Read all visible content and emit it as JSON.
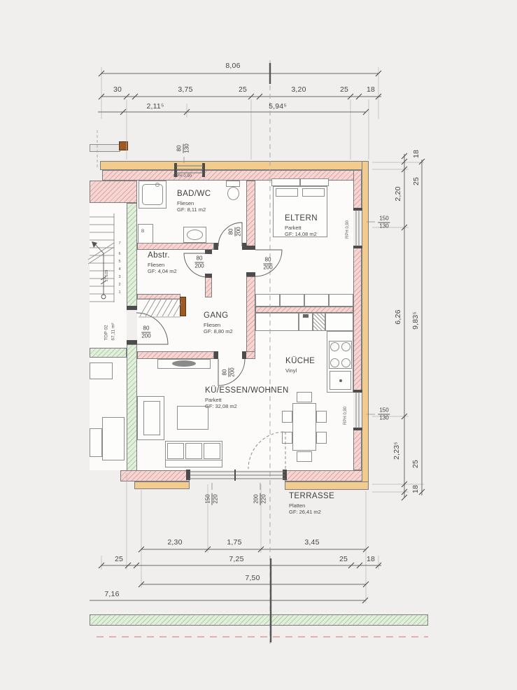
{
  "colors": {
    "wall_fill": "#f6d6d3",
    "insulation_fill": "#f2cb8e",
    "party_wall_fill": "#e1efdb",
    "line": "#6a6a6a",
    "axis_dashed_pink": "#dd9c9c",
    "background": "#f0efed"
  },
  "unit": {
    "id": "TOP 02",
    "area": "67,11 m²"
  },
  "rooms": {
    "badwc": {
      "name": "BAD/WC",
      "floor": "Fliesen",
      "area": "GF: 8,11 m2"
    },
    "eltern": {
      "name": "ELTERN",
      "floor": "Parkett",
      "area": "GF: 14,08 m2"
    },
    "abstellraum": {
      "name": "Abstr.",
      "floor": "Fliesen",
      "area": "GF: 4,04 m2"
    },
    "gang": {
      "name": "GANG",
      "floor": "Fliesen",
      "area": "GF: 8,80 m2"
    },
    "kueche": {
      "name": "KÜCHE",
      "floor": "Vinyl"
    },
    "wohnen": {
      "name": "KÜ/ESSEN/WOHNEN",
      "floor": "Parkett",
      "area": "GF: 32,08 m2"
    },
    "terrasse": {
      "name": "TERRASSE",
      "floor": "Platten",
      "area": "GF: 26,41 m2"
    }
  },
  "dims": {
    "top_total": "8,06",
    "top_row2": [
      "30",
      "3,75",
      "25",
      "3,20",
      "25",
      "18"
    ],
    "top_row3": [
      "2,11⁵",
      "5,94⁵"
    ],
    "right_col": [
      "18",
      "25",
      "2,20",
      "6,26",
      "2,23⁵",
      "25",
      "18"
    ],
    "right_total": "9,83⁵",
    "bottom_row1": [
      "2,30",
      "1,75",
      "3,45"
    ],
    "bottom_row2": [
      "25",
      "7,25",
      "25",
      "18"
    ],
    "bottom_row3": "7,50",
    "bottom_row4": "7,16"
  },
  "openings": {
    "door": {
      "w": "80",
      "h": "200"
    },
    "window_top": {
      "w": "80",
      "h": "130"
    },
    "window_side": {
      "w": "150",
      "h": "130"
    },
    "window_terrace_1": {
      "w": "150",
      "h": "220"
    },
    "window_terrace_2": {
      "w": "200",
      "h": "220"
    }
  },
  "annotations": {
    "parapet": "RPH 0,90",
    "stair_note": "17,5/29",
    "boiler": "B"
  },
  "stairs": {
    "steps": [
      "1",
      "2",
      "3",
      "4",
      "5",
      "6",
      "7"
    ]
  }
}
